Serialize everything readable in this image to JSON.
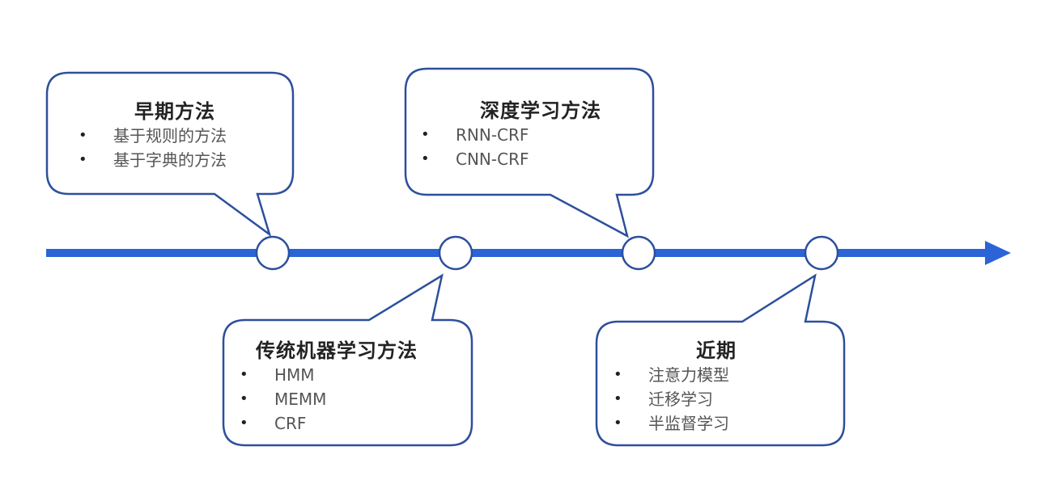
{
  "colors": {
    "line": "#2b64d6",
    "box_border": "#2d4f9c",
    "node_fill": "#ffffff",
    "title_text": "#222222",
    "item_text": "#555555"
  },
  "timeline": {
    "direction": "left-to-right",
    "nodes": 4
  },
  "stages": [
    {
      "title": "早期方法",
      "items": [
        "基于规则的方法",
        "基于字典的方法"
      ],
      "position": "above"
    },
    {
      "title": "传统机器学习方法",
      "items": [
        "HMM",
        "MEMM",
        "CRF"
      ],
      "position": "below"
    },
    {
      "title": "深度学习方法",
      "items": [
        "RNN-CRF",
        "CNN-CRF"
      ],
      "position": "above"
    },
    {
      "title": "近期",
      "items": [
        "注意力模型",
        "迁移学习",
        "半监督学习"
      ],
      "position": "below"
    }
  ]
}
